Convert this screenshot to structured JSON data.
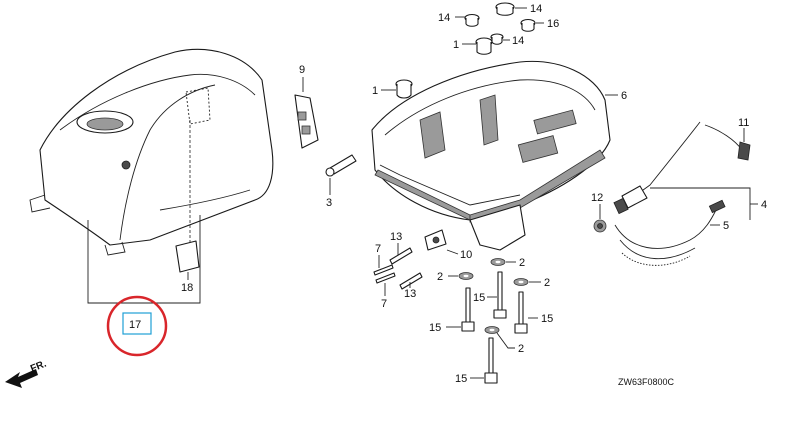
{
  "diagram_code": "ZW63F0800C",
  "front_marker": "FR.",
  "highlight_color": "#d9262b",
  "box_color": "#1e9fd6",
  "callouts": {
    "c1a": "1",
    "c1b": "1",
    "c2a": "2",
    "c2b": "2",
    "c2c": "2",
    "c2d": "2",
    "c3": "3",
    "c4": "4",
    "c5": "5",
    "c6": "6",
    "c7a": "7",
    "c7b": "7",
    "c9": "9",
    "c10": "10",
    "c11": "11",
    "c12": "12",
    "c13a": "13",
    "c13b": "13",
    "c14a": "14",
    "c14b": "14",
    "c14c": "14",
    "c15a": "15",
    "c15b": "15",
    "c15c": "15",
    "c15d": "15",
    "c16": "16",
    "c17": "17",
    "c18": "18"
  }
}
